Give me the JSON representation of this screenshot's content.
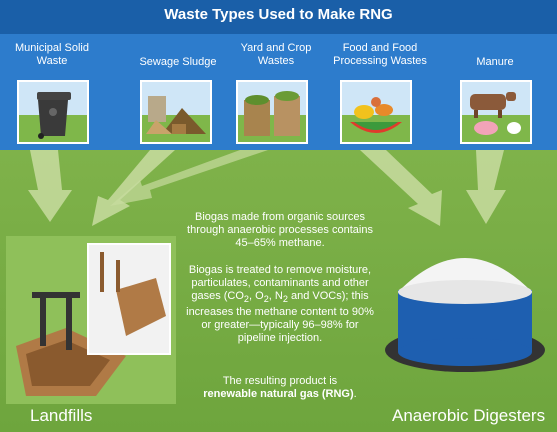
{
  "title": "Waste Types Used to Make RNG",
  "categories": [
    {
      "label": "Municipal Solid Waste",
      "icon": "trash-bin-icon"
    },
    {
      "label": "Sewage Sludge",
      "icon": "sludge-piles-icon"
    },
    {
      "label": "Yard and Crop Wastes",
      "icon": "yard-waste-bags-icon"
    },
    {
      "label": "Food and Food Processing Wastes",
      "icon": "food-waste-icon"
    },
    {
      "label": "Manure",
      "icon": "livestock-icon"
    }
  ],
  "text": {
    "p1": "Biogas made from organic sources through anaerobic processes contains 45–65% methane.",
    "p2_a": "Biogas is treated to remove moisture, particulates, contaminants and other gases (CO",
    "p2_b": ", O",
    "p2_c": ", N",
    "p2_d": " and VOCs); this increases the methane content to 90% or greater—typically 96–98% for pipeline injection.",
    "sub2": "2",
    "p3_a": "The resulting product is",
    "p3_b": "renewable natural gas (RNG)",
    "p3_c": "."
  },
  "labels": {
    "landfills": "Landfills",
    "digesters": "Anaerobic Digesters"
  },
  "colors": {
    "title_bg": "#1a5fa8",
    "sky": "#2d7ccc",
    "grass": "#7fb24a",
    "arrow": "#c8dca0"
  }
}
